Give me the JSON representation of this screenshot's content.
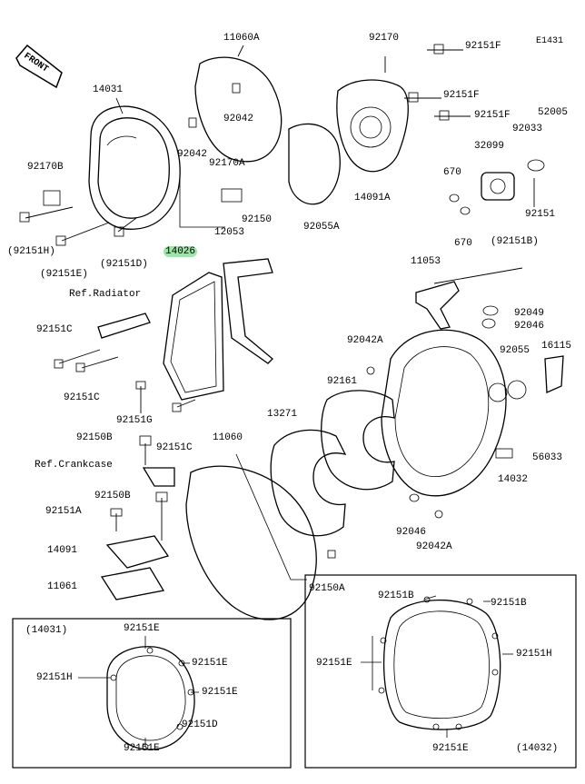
{
  "diagram_code": "E1431",
  "front_label": "FRONT",
  "ref_labels": {
    "radiator": "Ref.Radiator",
    "crankcase": "Ref.Crankcase"
  },
  "parts": {
    "p11060A": "11060A",
    "p92170": "92170",
    "p92151F_1": "92151F",
    "p92151F_2": "92151F",
    "p92151F_3": "92151F",
    "p14031": "14031",
    "p92042": "92042",
    "p92042b": "92042",
    "p92170B": "92170B",
    "p92170A": "92170A",
    "p92150": "92150",
    "p92151H": "(92151H)",
    "p92151E": "(92151E)",
    "p92151D": "(92151D)",
    "p14026": "14026",
    "p12053": "12053",
    "p92055A": "92055A",
    "p14091A": "14091A",
    "p52005": "52005",
    "p92033": "92033",
    "p32099": "32099",
    "p670a": "670",
    "p670b": "670",
    "p92151": "92151",
    "p92151B_top": "(92151B)",
    "p11053": "11053",
    "p92049": "92049",
    "p92046": "92046",
    "p92055": "92055",
    "p16115": "16115",
    "p56033": "56033",
    "p14032": "14032",
    "p92046b": "92046",
    "p92042Ab": "92042A",
    "p92042A": "92042A",
    "p92161": "92161",
    "p13271": "13271",
    "p11060": "11060",
    "p92150A": "92150A",
    "p92151C_1": "92151C",
    "p92151C_2": "92151C",
    "p92151C_3": "92151C",
    "p92151G": "92151G",
    "p92150B_1": "92150B",
    "p92150B_2": "92150B",
    "p92151A": "92151A",
    "p14091": "14091",
    "p11061": "11061"
  },
  "inset_left": {
    "title": "(14031)",
    "labels": {
      "e_top": "92151E",
      "h_left": "92151H",
      "e_right1": "92151E",
      "e_right2": "92151E",
      "d_right": "92151D",
      "e_bottom": "92151E"
    }
  },
  "inset_right": {
    "title": "(14032)",
    "labels": {
      "b_top": "92151B",
      "b_right": "92151B",
      "e_left": "92151E",
      "h_right": "92151H",
      "e_bottom": "92151E"
    }
  },
  "highlight_color": "#9ce6a8"
}
